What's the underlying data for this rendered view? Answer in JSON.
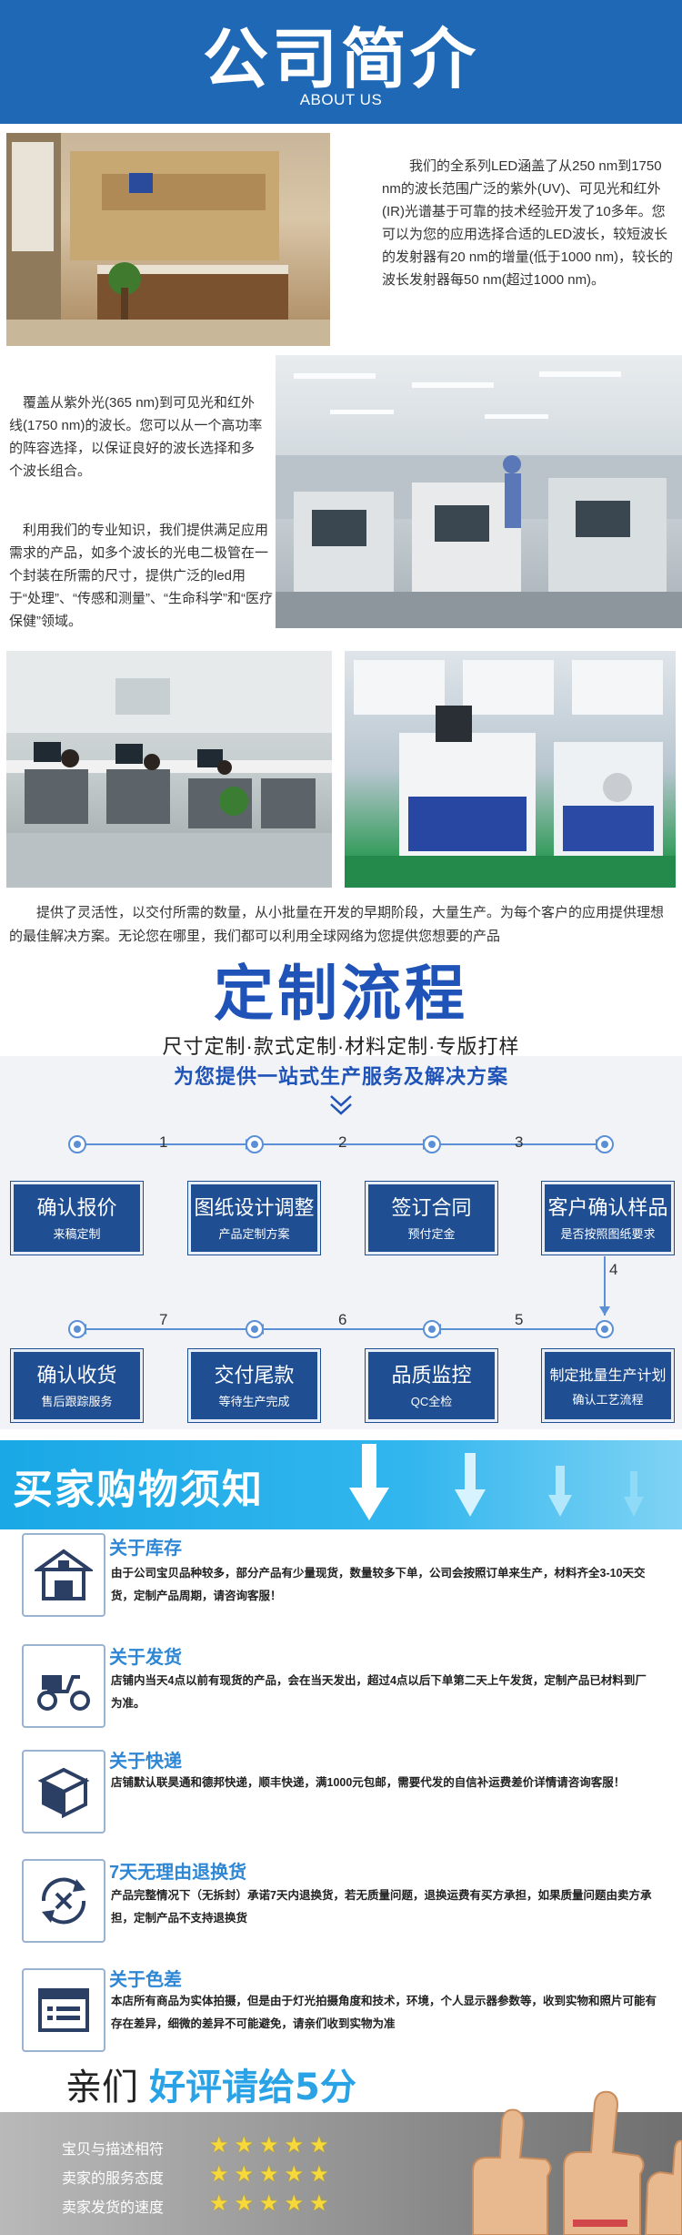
{
  "header": {
    "title": "公司简介",
    "subtitle": "ABOUT US"
  },
  "intro": {
    "p1": "我们的全系列LED涵盖了从250 nm到1750 nm的波长范围广泛的紫外(UV)、可见光和红外(IR)光谱基于可靠的技术经验开发了10多年。您可以为您的应用选择合适的LED波长，较短波长的发射器有20 nm的增量(低于1000 nm)，较长的波长发射器每50 nm(超过1000 nm)。",
    "p2": "覆盖从紫外光(365 nm)到可见光和红外线(1750 nm)的波长。您可以从一个高功率的阵容选择，以保证良好的波长选择和多个波长组合。",
    "p3": "利用我们的专业知识，我们提供满足应用需求的产品，如多个波长的光电二极管在一个封装在所需的尺寸，提供广泛的led用于“处理”、“传感和测量”、“生命科学”和“医疗保健”领域。",
    "p4": "提供了灵活性，以交付所需的数量，从小批量在开发的早期阶段，大量生产。为每个客户的应用提供理想的最佳解决方案。无论您在哪里，我们都可以利用全球网络为您提供您想要的产品"
  },
  "process": {
    "title": "定制流程",
    "line1": "尺寸定制·款式定制·材料定制·专版打样",
    "line2": "为您提供一站式生产服务及解决方案",
    "step_numbers": [
      "1",
      "2",
      "3",
      "4",
      "5",
      "6",
      "7"
    ],
    "boxes": [
      {
        "main": "确认报价",
        "sub": "来稿定制"
      },
      {
        "main": "图纸设计调整",
        "sub": "产品定制方案"
      },
      {
        "main": "签订合同",
        "sub": "预付定金"
      },
      {
        "main": "客户确认样品",
        "sub": "是否按照图纸要求"
      },
      {
        "main": "制定批量生产计划",
        "sub": "确认工艺流程"
      },
      {
        "main": "品质监控",
        "sub": "QC全检"
      },
      {
        "main": "交付尾款",
        "sub": "等待生产完成"
      },
      {
        "main": "确认收货",
        "sub": "售后跟踪服务"
      }
    ]
  },
  "notice": {
    "title": "买家购物须知",
    "items": [
      {
        "icon": "warehouse-icon",
        "title": "关于库存",
        "body": "由于公司宝贝品种较多，部分产品有少量现货，数量较多下单，公司会按照订单来生产，材料齐全3-10天交货，定制产品周期，请咨询客服！"
      },
      {
        "icon": "delivery-scooter-icon",
        "title": "关于发货",
        "body": "店铺内当天4点以前有现货的产品，会在当天发出，超过4点以后下单第二天上午发货，定制产品已材料到厂为准。"
      },
      {
        "icon": "package-box-icon",
        "title": "关于快递",
        "body": "店铺默认联昊通和德邦快递，顺丰快递，满1000元包邮，需要代发的自信补运费差价详情请咨询客服！"
      },
      {
        "icon": "return-exchange-icon",
        "title": "7天无理由退换货",
        "body": "产品完整情况下（无拆封）承诺7天内退换货，若无质量问题，退换运费有买方承担，如果质量问题由卖方承担，定制产品不支持退换货"
      },
      {
        "icon": "document-list-icon",
        "title": "关于色差",
        "body": "本店所有商品为实体拍摄，但是由于灯光拍摄角度和技术，环境，个人显示器参数等，收到实物和照片可能有存在差异，细微的差异不可能避免，请亲们收到实物为准"
      }
    ]
  },
  "rating": {
    "prefix": "亲们",
    "highlight": "好评请给5分",
    "rows": [
      {
        "label": "宝贝与描述相符",
        "stars": "★★★★★"
      },
      {
        "label": "卖家的服务态度",
        "stars": "★★★★★"
      },
      {
        "label": "卖家发货的速度",
        "stars": "★★★★★"
      }
    ]
  },
  "colors": {
    "header_blue": "#1e68b6",
    "process_blue": "#1f4e93",
    "notice_blue": "#1aa8e6",
    "star_yellow": "#f6d83a"
  }
}
